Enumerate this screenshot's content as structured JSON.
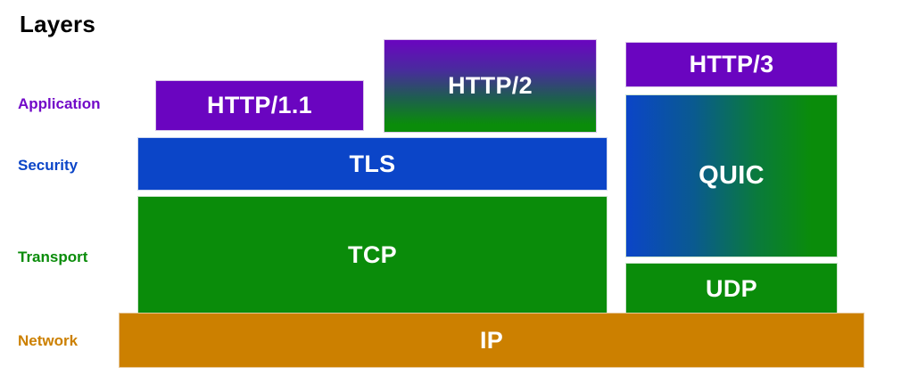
{
  "diagram": {
    "title": "Layers",
    "row_labels": [
      {
        "name": "application",
        "text": "Application",
        "color": "#7209c8"
      },
      {
        "name": "security",
        "text": "Security",
        "color": "#0b45c8"
      },
      {
        "name": "transport",
        "text": "Transport",
        "color": "#0a8c0a"
      },
      {
        "name": "network",
        "text": "Network",
        "color": "#cc8000"
      }
    ],
    "blocks": {
      "http11": {
        "label": "HTTP/1.1",
        "layer": "Application",
        "fill": "#6a05c0"
      },
      "http2": {
        "label": "HTTP/2",
        "layer": "Application",
        "fill": "gradient purple to green"
      },
      "http3": {
        "label": "HTTP/3",
        "layer": "Application",
        "fill": "#6a05c0"
      },
      "tls": {
        "label": "TLS",
        "layer": "Security",
        "fill": "#0b45c8"
      },
      "tcp": {
        "label": "TCP",
        "layer": "Transport",
        "fill": "#0a8c0a"
      },
      "quic": {
        "label": "QUIC",
        "layer": "Security/Transport",
        "fill": "gradient blue to green"
      },
      "udp": {
        "label": "UDP",
        "layer": "Transport",
        "fill": "#0a8c0a"
      },
      "ip": {
        "label": "IP",
        "layer": "Network",
        "fill": "#cc8000"
      }
    }
  }
}
